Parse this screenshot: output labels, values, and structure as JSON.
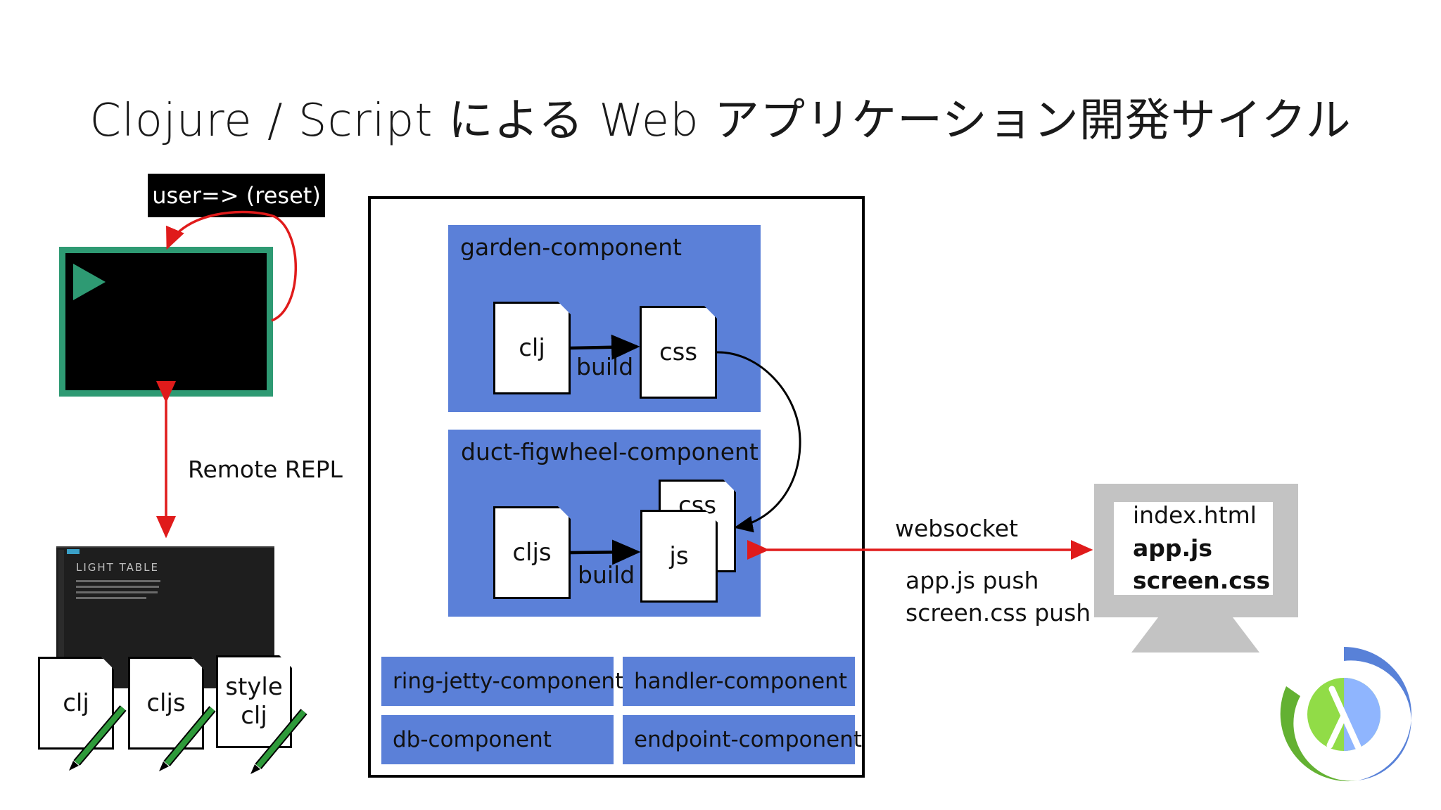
{
  "title": "Clojure / Script による Web アプリケーション開発サイクル",
  "repl": {
    "command": "user=> (reset)",
    "link_label": "Remote REPL"
  },
  "editor": {
    "logo": "LIGHT TABLE",
    "files": [
      {
        "line1": "clj",
        "line2": ""
      },
      {
        "line1": "cljs",
        "line2": ""
      },
      {
        "line1": "style",
        "line2": "clj"
      }
    ]
  },
  "system": {
    "garden": {
      "name": "garden-component",
      "source": "clj",
      "output": "css",
      "action": "build"
    },
    "figwheel": {
      "name": "duct-figwheel-component",
      "source": "cljs",
      "output_front": "js",
      "output_back": "css",
      "action": "build"
    },
    "components": [
      "ring-jetty-component",
      "handler-component",
      "db-component",
      "endpoint-component"
    ]
  },
  "connection": {
    "protocol": "websocket",
    "push1": "app.js push",
    "push2": "screen.css push"
  },
  "browser": {
    "files": [
      "index.html",
      "app.js",
      "screen.css"
    ]
  },
  "colors": {
    "component_fill": "#5b80d8",
    "repl_frame": "#2e9a73",
    "arrow": "#e01b1b",
    "clojure_green": "#63b132",
    "clojure_blue": "#5881d8"
  },
  "icons": [
    "play-icon",
    "pencil-icon",
    "monitor-icon",
    "clojure-logo"
  ]
}
